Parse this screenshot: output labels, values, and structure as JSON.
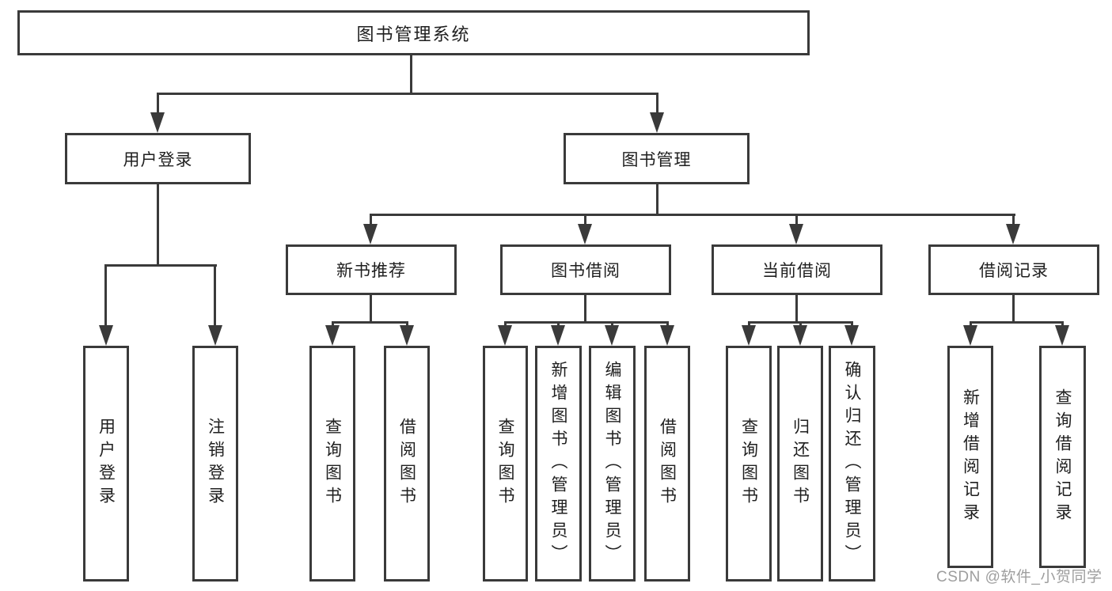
{
  "diagram": {
    "root": {
      "label": "图书管理系统"
    },
    "level2": [
      {
        "id": "user-login",
        "label": "用户登录"
      },
      {
        "id": "book-management",
        "label": "图书管理"
      }
    ],
    "level3": [
      {
        "id": "new-book-recommend",
        "label": "新书推荐"
      },
      {
        "id": "book-borrow",
        "label": "图书借阅"
      },
      {
        "id": "current-borrow",
        "label": "当前借阅"
      },
      {
        "id": "borrow-records",
        "label": "借阅记录"
      }
    ],
    "leaves": {
      "user_login": [
        {
          "label": "用户登录"
        },
        {
          "label": "注销登录"
        }
      ],
      "new_books": [
        {
          "label": "查询图书"
        },
        {
          "label": "借阅图书"
        }
      ],
      "book_borrow": [
        {
          "label": "查询图书"
        },
        {
          "label": "新增图书（管理员）"
        },
        {
          "label": "编辑图书（管理员）"
        },
        {
          "label": "借阅图书"
        }
      ],
      "current_borrow": [
        {
          "label": "查询图书"
        },
        {
          "label": "归还图书"
        },
        {
          "label": "确认归还（管理员）"
        }
      ],
      "borrow_records": [
        {
          "label": "新增借阅记录"
        },
        {
          "label": "查询借阅记录"
        }
      ]
    },
    "colors": {
      "line": "#3a3a3a",
      "text": "#1f1f1f",
      "watermark": "#9e9e9e",
      "background": "#ffffff"
    },
    "watermark": "CSDN @软件_小贺同学"
  }
}
